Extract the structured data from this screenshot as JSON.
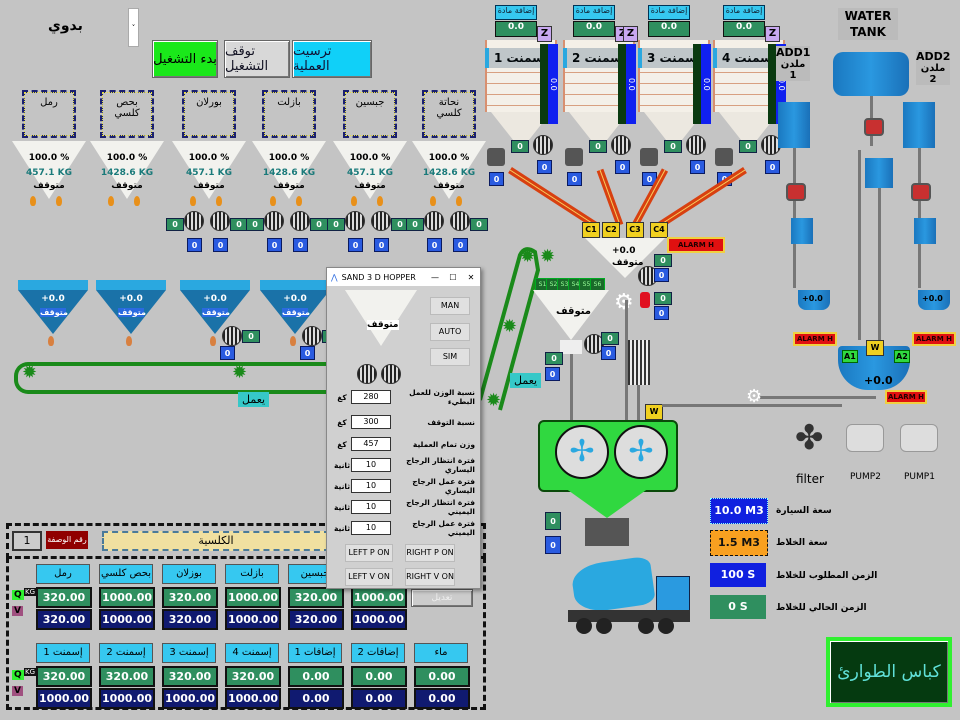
{
  "header": {
    "mode_value": "بدوي",
    "start_button": "بدء التشغيل",
    "stop_button": "توقف التشغيل",
    "reset_button": "ترسيت العملية"
  },
  "bins": [
    {
      "name": "رمل",
      "percent": "100.0  %",
      "weight": "457.1  KG",
      "status": "متوقف"
    },
    {
      "name": "بحص كلسي",
      "percent": "100.0  %",
      "weight": "1428.6  KG",
      "status": "متوقف"
    },
    {
      "name": "بورلان",
      "percent": "100.0  %",
      "weight": "457.1  KG",
      "status": "متوقف"
    },
    {
      "name": "بازلت",
      "percent": "100.0  %",
      "weight": "1428.6  KG",
      "status": "متوقف"
    },
    {
      "name": "جبسين",
      "percent": "100.0  %",
      "weight": "457.1  KG",
      "status": "متوقف"
    },
    {
      "name": "نحاتة كلسي",
      "percent": "100.0  %",
      "weight": "1428.6  KG",
      "status": "متوقف"
    }
  ],
  "weigh_hoppers": [
    {
      "value": "+0.0",
      "status": "متوقف"
    },
    {
      "value": "+0.0",
      "status": "متوقف"
    },
    {
      "value": "+0.0",
      "status": "متوقف"
    },
    {
      "value": "+0.0",
      "status": "متوقف"
    }
  ],
  "counter_zero": "0",
  "belt_status": "يعمل",
  "incline_belt_status": "يعمل",
  "silos": [
    {
      "name": "إسمنت 1",
      "add_label": "إضافة مادة",
      "add_value": "0.0",
      "level": "0.0",
      "z": "Z"
    },
    {
      "name": "إسمنت 2",
      "add_label": "إضافة مادة",
      "add_value": "0.0",
      "level": "0.0",
      "z": "Z"
    },
    {
      "name": "إسمنت 3",
      "add_label": "إضافة مادة",
      "add_value": "0.0",
      "level": "0.0",
      "z": "Z"
    },
    {
      "name": "إسمنت 4",
      "add_label": "إضافة مادة",
      "add_value": "0.0",
      "level": "0.0",
      "z": "Z"
    }
  ],
  "cement_hopper": {
    "value": "+0.0",
    "status": "متوقف",
    "alarm": "ALARM H",
    "screws": [
      "C1",
      "C2",
      "C3",
      "C4"
    ]
  },
  "sand_hopper": {
    "status": "متوقف",
    "sensors": [
      "S1",
      "S2",
      "S3",
      "S4",
      "S5",
      "S6"
    ]
  },
  "water": {
    "tank_label": "WATER TANK",
    "add1_label": "ADD1",
    "add1_ar": "ملدن 1",
    "add2_label": "ADD2",
    "add2_ar": "ملدن 2",
    "add1_value": "+0.0",
    "add2_value": "+0.0",
    "scale_value": "+0.0",
    "alarm": "ALARM H",
    "a1": "A1",
    "a2": "A2",
    "w": "W",
    "mixer_w": "W"
  },
  "equipment": {
    "filter": "filter",
    "pump2": "PUMP2",
    "pump1": "PUMP1"
  },
  "dialog": {
    "title": "SAND 3 D HOPPER",
    "status": "متوقف",
    "man": "MAN",
    "auto": "AUTO",
    "sim": "SIM",
    "rows": [
      {
        "label": "نسبة الوزن للعمل البطيء",
        "value": "280",
        "unit": "كغ"
      },
      {
        "label": "نسبة التوقف",
        "value": "300",
        "unit": "كغ"
      },
      {
        "label": "وزن تمام العملية",
        "value": "457",
        "unit": "كغ"
      },
      {
        "label": "فترة انتظار الرجاج اليساري",
        "value": "10",
        "unit": "ثانية"
      },
      {
        "label": "فترة عمل الرجاج اليساري",
        "value": "10",
        "unit": "ثانية"
      },
      {
        "label": "فترة انتظار الرجاج اليميني",
        "value": "10",
        "unit": "ثانية"
      },
      {
        "label": "فترة عمل الرجاج اليميني",
        "value": "10",
        "unit": "ثانية"
      }
    ],
    "left_p": "LEFT P ON",
    "right_p": "RIGHT P ON",
    "left_v": "LEFT V ON",
    "right_v": "RIGHT V ON"
  },
  "recipe": {
    "number": "1",
    "number_label": "رقم الوصفة",
    "name": "الكلسية",
    "edit_button": "تعديل",
    "q_label": "Q",
    "v_label": "V",
    "kg_label": "KG",
    "row1": [
      {
        "name": "رمل",
        "q": "320.00",
        "v": "320.00"
      },
      {
        "name": "بحص كلسي",
        "q": "1000.00",
        "v": "1000.00"
      },
      {
        "name": "بوزلان",
        "q": "320.00",
        "v": "320.00"
      },
      {
        "name": "بازلت",
        "q": "1000.00",
        "v": "1000.00"
      },
      {
        "name": "جبسين",
        "q": "320.00",
        "v": "320.00"
      },
      {
        "name": "",
        "q": "1000.00",
        "v": "1000.00"
      }
    ],
    "row2": [
      {
        "name": "إسمنت 1",
        "q": "320.00",
        "v": "1000.00"
      },
      {
        "name": "إسمنت 2",
        "q": "320.00",
        "v": "1000.00"
      },
      {
        "name": "إسمنت 3",
        "q": "320.00",
        "v": "1000.00"
      },
      {
        "name": "إسمنت 4",
        "q": "320.00",
        "v": "1000.00"
      },
      {
        "name": "إضافات 1",
        "q": "0.00",
        "v": "0.00"
      },
      {
        "name": "إضافات 2",
        "q": "0.00",
        "v": "0.00"
      },
      {
        "name": "ماء",
        "q": "0.00",
        "v": "0.00"
      }
    ]
  },
  "info": [
    {
      "label": "سعة السيارة",
      "value": "10.0 M3"
    },
    {
      "label": "سعة الخلاط",
      "value": "1.5 M3"
    },
    {
      "label": "الزمن المطلوب للخلاط",
      "value": "100 S"
    },
    {
      "label": "الزمن الحالي للخلاط",
      "value": "0 S"
    }
  ],
  "emergency_button": "كباس الطوارئ",
  "colors": {
    "green_ok": "#2f8f5f",
    "blue_value": "#101a70",
    "alarm": "#e01010",
    "header_cyan": "#36c8f0",
    "start_green": "#1ae81a"
  }
}
